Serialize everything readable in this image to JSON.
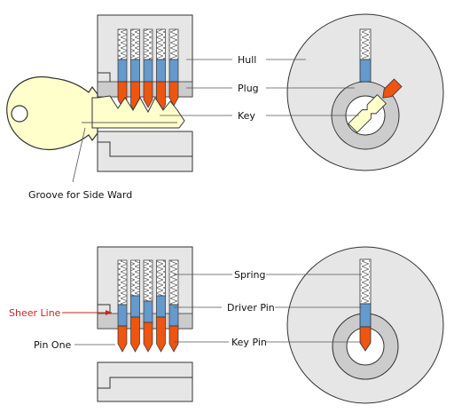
{
  "labels": {
    "hull": "Hull",
    "plug": "Plug",
    "key": "Key",
    "groove": "Groove for Side Ward",
    "spring": "Spring",
    "driver_pin": "Driver Pin",
    "key_pin": "Key Pin",
    "sheer_line": "Sheer Line",
    "pin_one": "Pin One"
  },
  "colors": {
    "housing": "#e6e6e6",
    "plug_gray": "#cccccc",
    "outline": "#333333",
    "key_fill": "#ffffcc",
    "driver_blue": "#6699cc",
    "key_pin_orange": "#ee5511",
    "sheer_line_red": "#cc2222"
  }
}
